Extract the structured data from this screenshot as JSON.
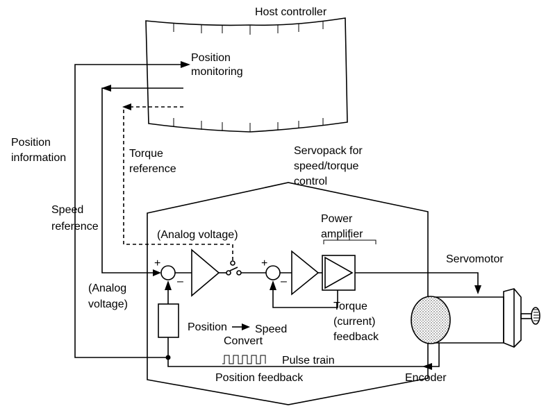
{
  "labels": {
    "host_controller": "Host controller",
    "position_monitoring_1": "Position",
    "position_monitoring_2": "monitoring",
    "position_information_1": "Position",
    "position_information_2": "information",
    "torque_reference_1": "Torque",
    "torque_reference_2": "reference",
    "servopack_1": "Servopack for",
    "servopack_2": "speed/torque",
    "servopack_3": "control",
    "speed_reference_1": "Speed",
    "speed_reference_2": "reference",
    "analog_voltage_top": "(Analog voltage)",
    "analog_voltage_left_1": "(Analog",
    "analog_voltage_left_2": "voltage)",
    "power_amplifier_1": "Power",
    "power_amplifier_2": "amplifier",
    "servomotor": "Servomotor",
    "torque_feedback_1": "Torque",
    "torque_feedback_2": "(current)",
    "torque_feedback_3": "feedback",
    "convert_position": "Position",
    "convert_speed": "Speed",
    "convert_label": "Convert",
    "pulse_train": "Pulse train",
    "position_feedback": "Position feedback",
    "encoder": "Encoder",
    "plus_1": "+",
    "minus_1": "–",
    "plus_2": "+",
    "minus_2": "–"
  },
  "colors": {
    "line": "#000000",
    "motor_dots": "#9a9a9a",
    "background": "#ffffff"
  }
}
